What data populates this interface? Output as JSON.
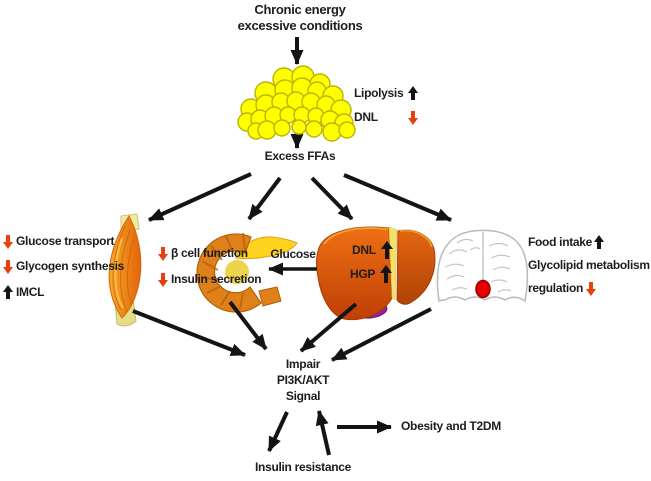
{
  "figure": {
    "title_line1": "Chronic energy",
    "title_line2": "excessive conditions",
    "excess_ffas": "Excess FFAs",
    "adipose_labels": [
      {
        "label": "Lipolysis",
        "icon": "up-arrow",
        "arrow_color": "black"
      },
      {
        "label": "DNL",
        "icon": "down-arrow",
        "arrow_color": "red"
      }
    ],
    "muscle_labels": [
      {
        "label": "Glucose transport",
        "icon": "down-arrow",
        "arrow_color": "red"
      },
      {
        "label": "Glycogen synthesis",
        "icon": "down-arrow",
        "arrow_color": "red"
      },
      {
        "label": "IMCL",
        "icon": "up-arrow",
        "arrow_color": "black"
      }
    ],
    "pancreas_labels": [
      {
        "label": "β cell function",
        "icon": "down-arrow",
        "arrow_color": "red"
      },
      {
        "label": "Insulin secretion",
        "icon": "down-arrow",
        "arrow_color": "red"
      }
    ],
    "glucose_flow_label": "Glucose",
    "liver_labels": [
      {
        "label": "DNL",
        "icon": "up-arrow",
        "arrow_color": "black"
      },
      {
        "label": "HGP",
        "icon": "up-arrow",
        "arrow_color": "black"
      }
    ],
    "brain_labels": {
      "line1": "Food intake",
      "line1_icon": "up-arrow",
      "line2": "Glycolipid metabolism",
      "line3": "regulation",
      "line3_icon": "down-arrow"
    },
    "impair_line1": "Impair",
    "impair_line2": "PI3K/AKT",
    "impair_line3": "Signal",
    "obesity_label": "Obesity and T2DM",
    "insulin_resistance_label": "Insulin resistance"
  },
  "colors": {
    "down_arrow_red": "#e8400c",
    "up_arrow_black": "#141414",
    "adipose_yellow": "#ffff00",
    "hypothalamus_red": "#e60000"
  }
}
